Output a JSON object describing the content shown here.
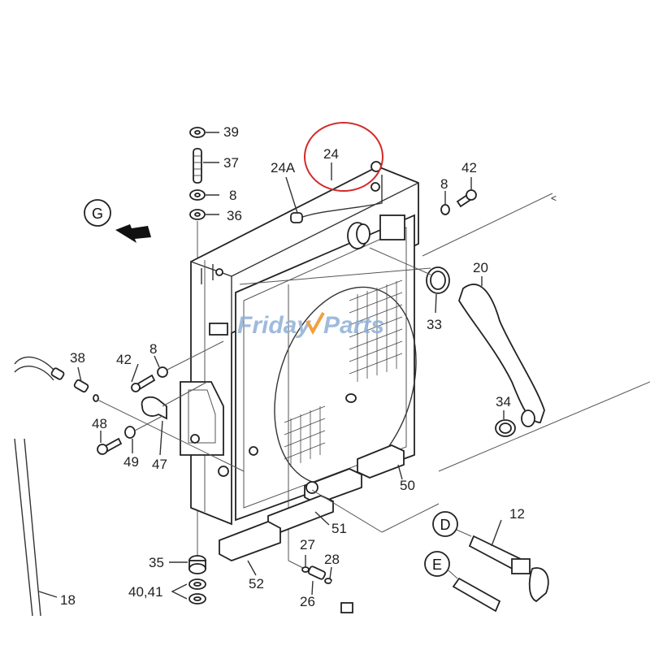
{
  "diagram": {
    "title": "Radiator assembly exploded parts diagram",
    "watermark": {
      "text_left": "Friday",
      "text_right": "Parts",
      "accent_color": "#f0a040",
      "text_color": "#8fb0d6"
    },
    "highlight": {
      "label": "24",
      "color": "#d42a2a"
    },
    "view_markers": [
      {
        "id": "G",
        "label": "G"
      },
      {
        "id": "E",
        "label": "E"
      },
      {
        "id": "D",
        "label": "D"
      }
    ],
    "callouts": {
      "c39": "39",
      "c37": "37",
      "c8a": "8",
      "c36": "36",
      "c24": "24",
      "c24a": "24A",
      "c8b": "8",
      "c42a": "42",
      "c20": "20",
      "c33": "33",
      "c34": "34",
      "c38": "38",
      "c42b": "42",
      "c8c": "8",
      "c48": "48",
      "c49": "49",
      "c47": "47",
      "c50": "50",
      "c51": "51",
      "c52": "52",
      "c27": "27",
      "c28": "28",
      "c26": "26",
      "c35": "35",
      "c4041": "40,41",
      "c12": "12",
      "c18": "18"
    }
  }
}
